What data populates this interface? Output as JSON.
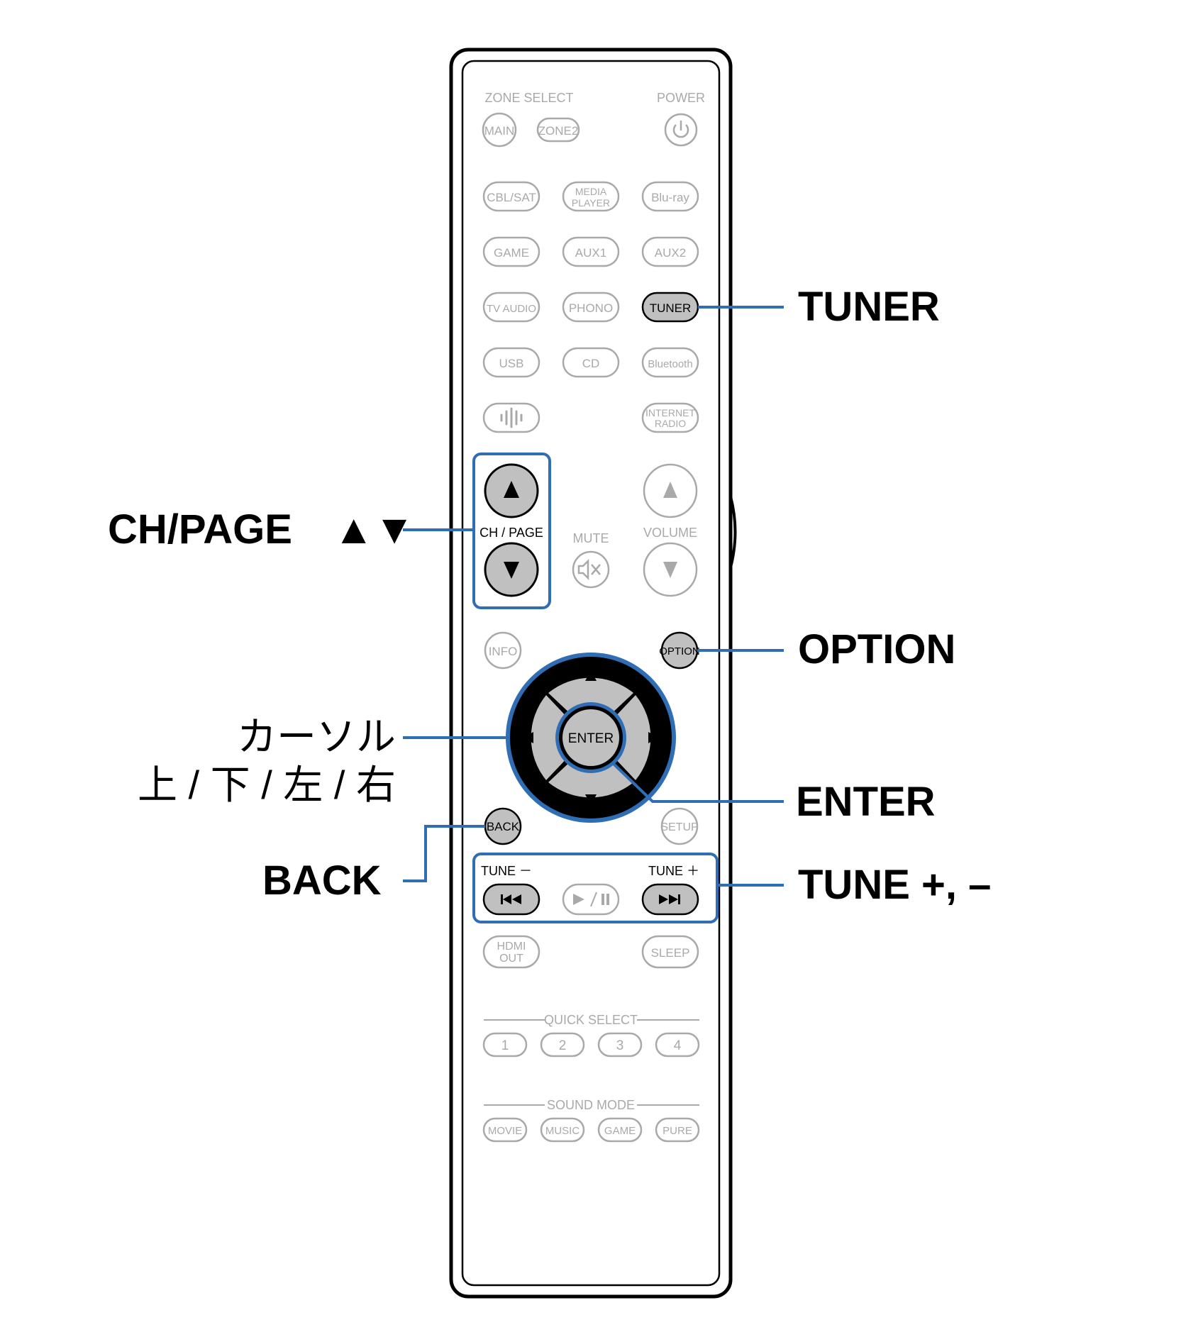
{
  "remote": {
    "zone_select": "ZONE SELECT",
    "power": "POWER",
    "main": "MAIN",
    "zone2": "ZONE2",
    "sources": {
      "cbl_sat": "CBL/SAT",
      "media_player_1": "MEDIA",
      "media_player_2": "PLAYER",
      "bluray": "Blu-ray",
      "game": "GAME",
      "aux1": "AUX1",
      "aux2": "AUX2",
      "tv_audio": "TV AUDIO",
      "phono": "PHONO",
      "tuner": "TUNER",
      "usb": "USB",
      "cd": "CD",
      "bluetooth": "Bluetooth",
      "internet_radio_1": "INTERNET",
      "internet_radio_2": "RADIO"
    },
    "ch_page": "CH / PAGE",
    "mute": "MUTE",
    "volume": "VOLUME",
    "info": "INFO",
    "option": "OPTION",
    "enter": "ENTER",
    "back": "BACK",
    "setup": "SETUP",
    "tune_minus": "TUNE －",
    "tune_plus": "TUNE ＋",
    "hdmi_out_1": "HDMI",
    "hdmi_out_2": "OUT",
    "sleep": "SLEEP",
    "quick_select": "QUICK SELECT",
    "quick_select_buttons": [
      "1",
      "2",
      "3",
      "4"
    ],
    "sound_mode": "SOUND MODE",
    "sound_mode_buttons": [
      "MOVIE",
      "MUSIC",
      "GAME",
      "PURE"
    ]
  },
  "callouts": {
    "tuner": "TUNER",
    "ch_page": "CH/PAGE",
    "ch_page_arrows": "▲▼",
    "cursor_line1": "カーソル",
    "cursor_line2": "上 / 下 / 左 / 右",
    "option": "OPTION",
    "enter": "ENTER",
    "back": "BACK",
    "tune": "TUNE +, –"
  },
  "colors": {
    "highlight": "#2f6eb5",
    "pressed_button": "#c0c0c0",
    "inactive": "#a9a9a9"
  }
}
